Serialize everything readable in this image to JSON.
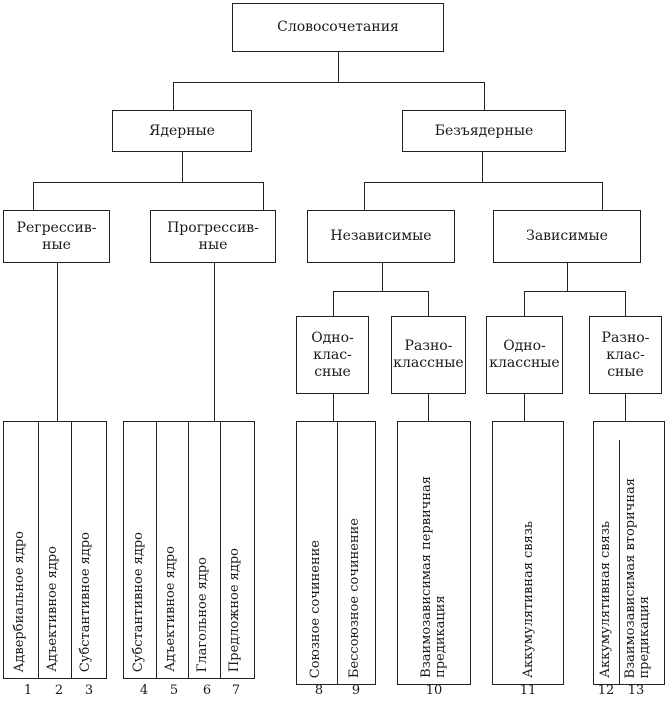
{
  "root": "Словосочетания",
  "level1": {
    "nuclear": "Ядерные",
    "non_nuclear": "Безъядерные"
  },
  "level2": {
    "regressive": "Регрессив-\nные",
    "progressive": "Прогрессив-\nные",
    "independent": "Независимые",
    "dependent": "Зависимые"
  },
  "level3": {
    "indep_same": "Одно-\nклас-\nсные",
    "indep_diff": "Разно-\nклассные",
    "dep_same": "Одно-\nклассные",
    "dep_diff": "Разно-\nклас-\nсные"
  },
  "leaves": {
    "adverbial": "Адвербиальное ядро",
    "adjectival1": "Адъективное ядро",
    "substantive1": "Субстантивное ядро",
    "substantive2": "Субстантивное ядро",
    "adjectival2": "Адъективное ядро",
    "verbal": "Глагольное ядро",
    "prepositional": "Предложное ядро",
    "conj_coord": "Союзное сочинение",
    "asyndetic_coord": "Бессоюзное сочинение",
    "interdep_primary": "Взаимозависимая первичная\nпредикация",
    "accum1": "Аккумулятивная связь",
    "accum2": "Аккумулятивная связь",
    "interdep_secondary": "Взаимозависимая вторичная\nпредикация"
  },
  "numbers": [
    "1",
    "2",
    "3",
    "4",
    "5",
    "6",
    "7",
    "8",
    "9",
    "10",
    "11",
    "12",
    "13"
  ]
}
